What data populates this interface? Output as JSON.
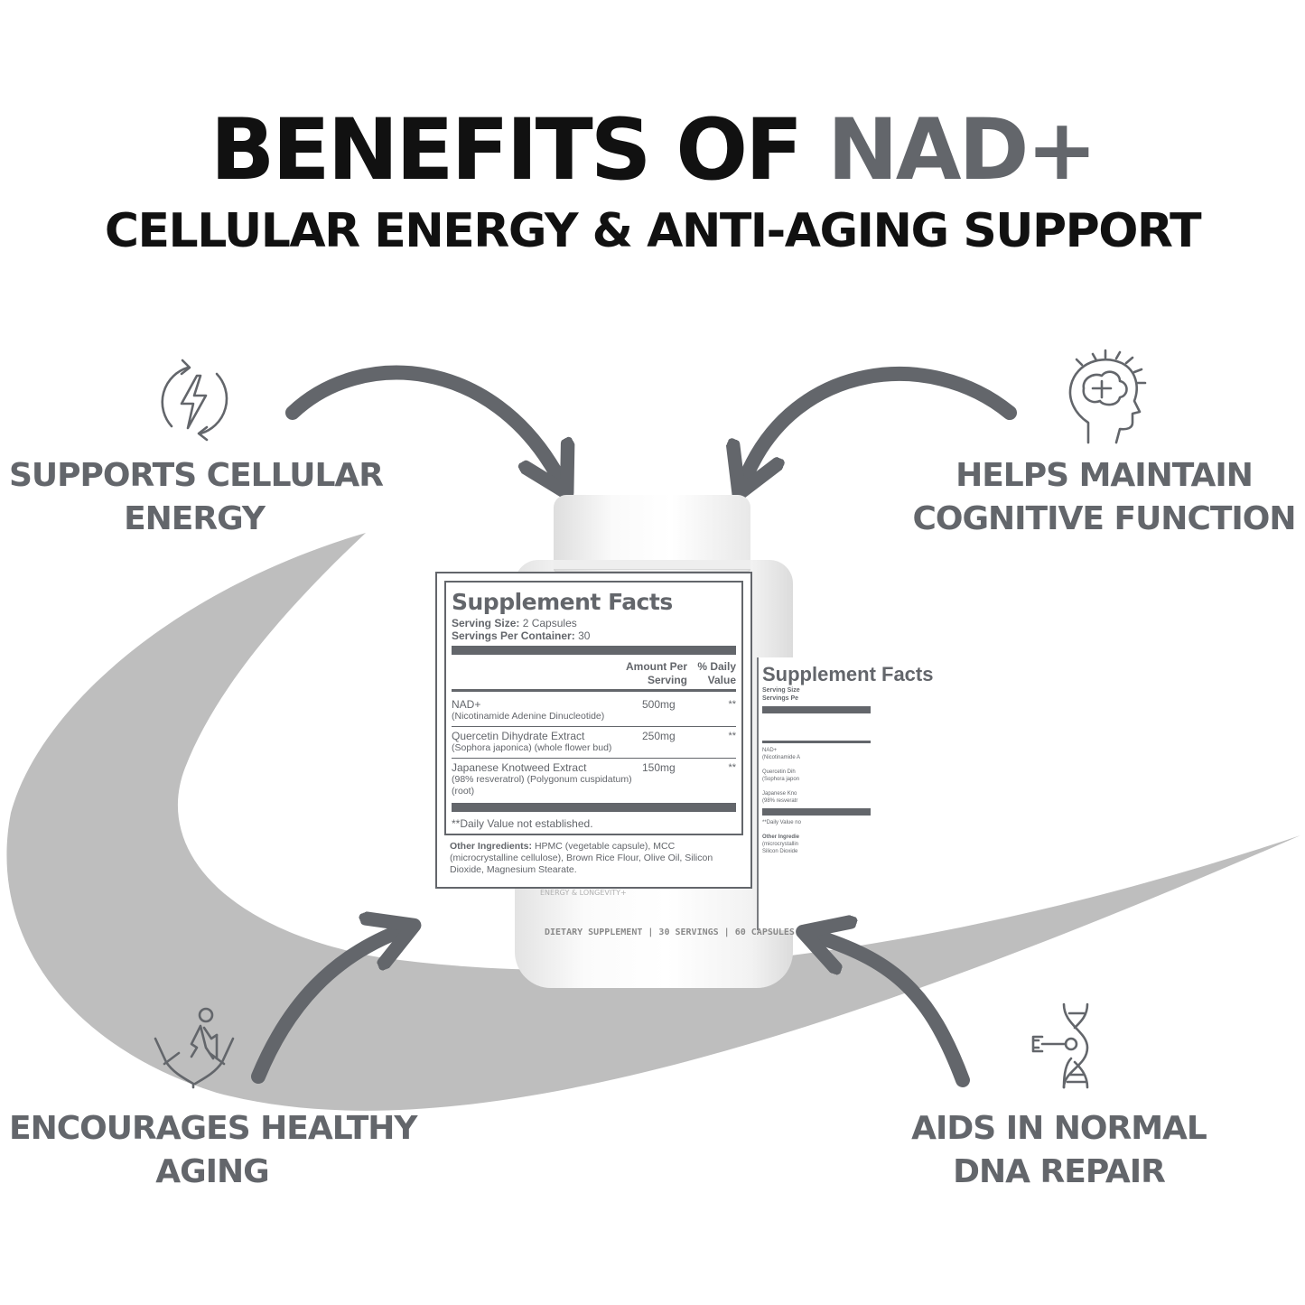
{
  "title": {
    "main": "BENEFITS OF ",
    "accent": "NAD+"
  },
  "subtitle": "CELLULAR ENERGY & ANTI-AGING SUPPORT",
  "benefits": {
    "cellular_energy": {
      "line1": "SUPPORTS CELLULAR",
      "line2": "ENERGY",
      "icon": "energy-cycle-icon"
    },
    "cognitive": {
      "line1": "HELPS MAINTAIN",
      "line2": "COGNITIVE FUNCTION",
      "icon": "brain-head-icon"
    },
    "aging": {
      "line1": "ENCOURAGES HEALTHY",
      "line2": "AGING",
      "icon": "elder-hands-icon"
    },
    "dna": {
      "line1": "AIDS IN NORMAL",
      "line2": "DNA REPAIR",
      "icon": "dna-repair-icon"
    }
  },
  "facts": {
    "title": "Supplement Facts",
    "serving_size_label": "Serving Size:",
    "serving_size_value": "2 Capsules",
    "servings_label": "Servings Per Container:",
    "servings_value": "30",
    "col_amount_1": "Amount Per",
    "col_amount_2": "Serving",
    "col_dv_1": "% Daily",
    "col_dv_2": "Value",
    "ingredients": [
      {
        "name": "NAD+",
        "sub": "(Nicotinamide Adenine Dinucleotide)",
        "amount": "500mg",
        "dv": "**"
      },
      {
        "name": "Quercetin Dihydrate Extract",
        "sub": "(Sophora japonica) (whole flower bud)",
        "amount": "250mg",
        "dv": "**"
      },
      {
        "name": "Japanese Knotweed Extract",
        "sub": "(98% resveratrol) (Polygonum cuspidatum) (root)",
        "amount": "150mg",
        "dv": "**"
      }
    ],
    "footnote": "**Daily Value not established.",
    "other_label": "Other Ingredients:",
    "other_text": "HPMC (vegetable capsule), MCC (microcrystalline cellulose), Brown Rice Flour, Olive Oil, Silicon Dioxide, Magnesium Stearate."
  },
  "side_label": {
    "title": "Supplement Facts",
    "serving": "Serving Size",
    "servings": "Servings Pe",
    "nad": "NAD+",
    "nad_sub": "(Nicotinamide A",
    "quercetin": "Quercetin Dih",
    "quercetin_sub": "(Sophora japon",
    "knotweed": "Japanese Kno",
    "knotweed_sub": "(98% resveratr",
    "daily": "**Daily Value no",
    "other_1": "Other Ingredie",
    "other_2": "(microcrystallin",
    "other_3": "Silicon Dioxide"
  },
  "bottle": {
    "tagline": "ENERGY & LONGEVITY+",
    "footer": "DIETARY SUPPLEMENT | 30 SERVINGS | 60 CAPSULES"
  },
  "colors": {
    "accent_gray": "#63666b",
    "swoosh": "#bebebe",
    "title": "#111111"
  }
}
